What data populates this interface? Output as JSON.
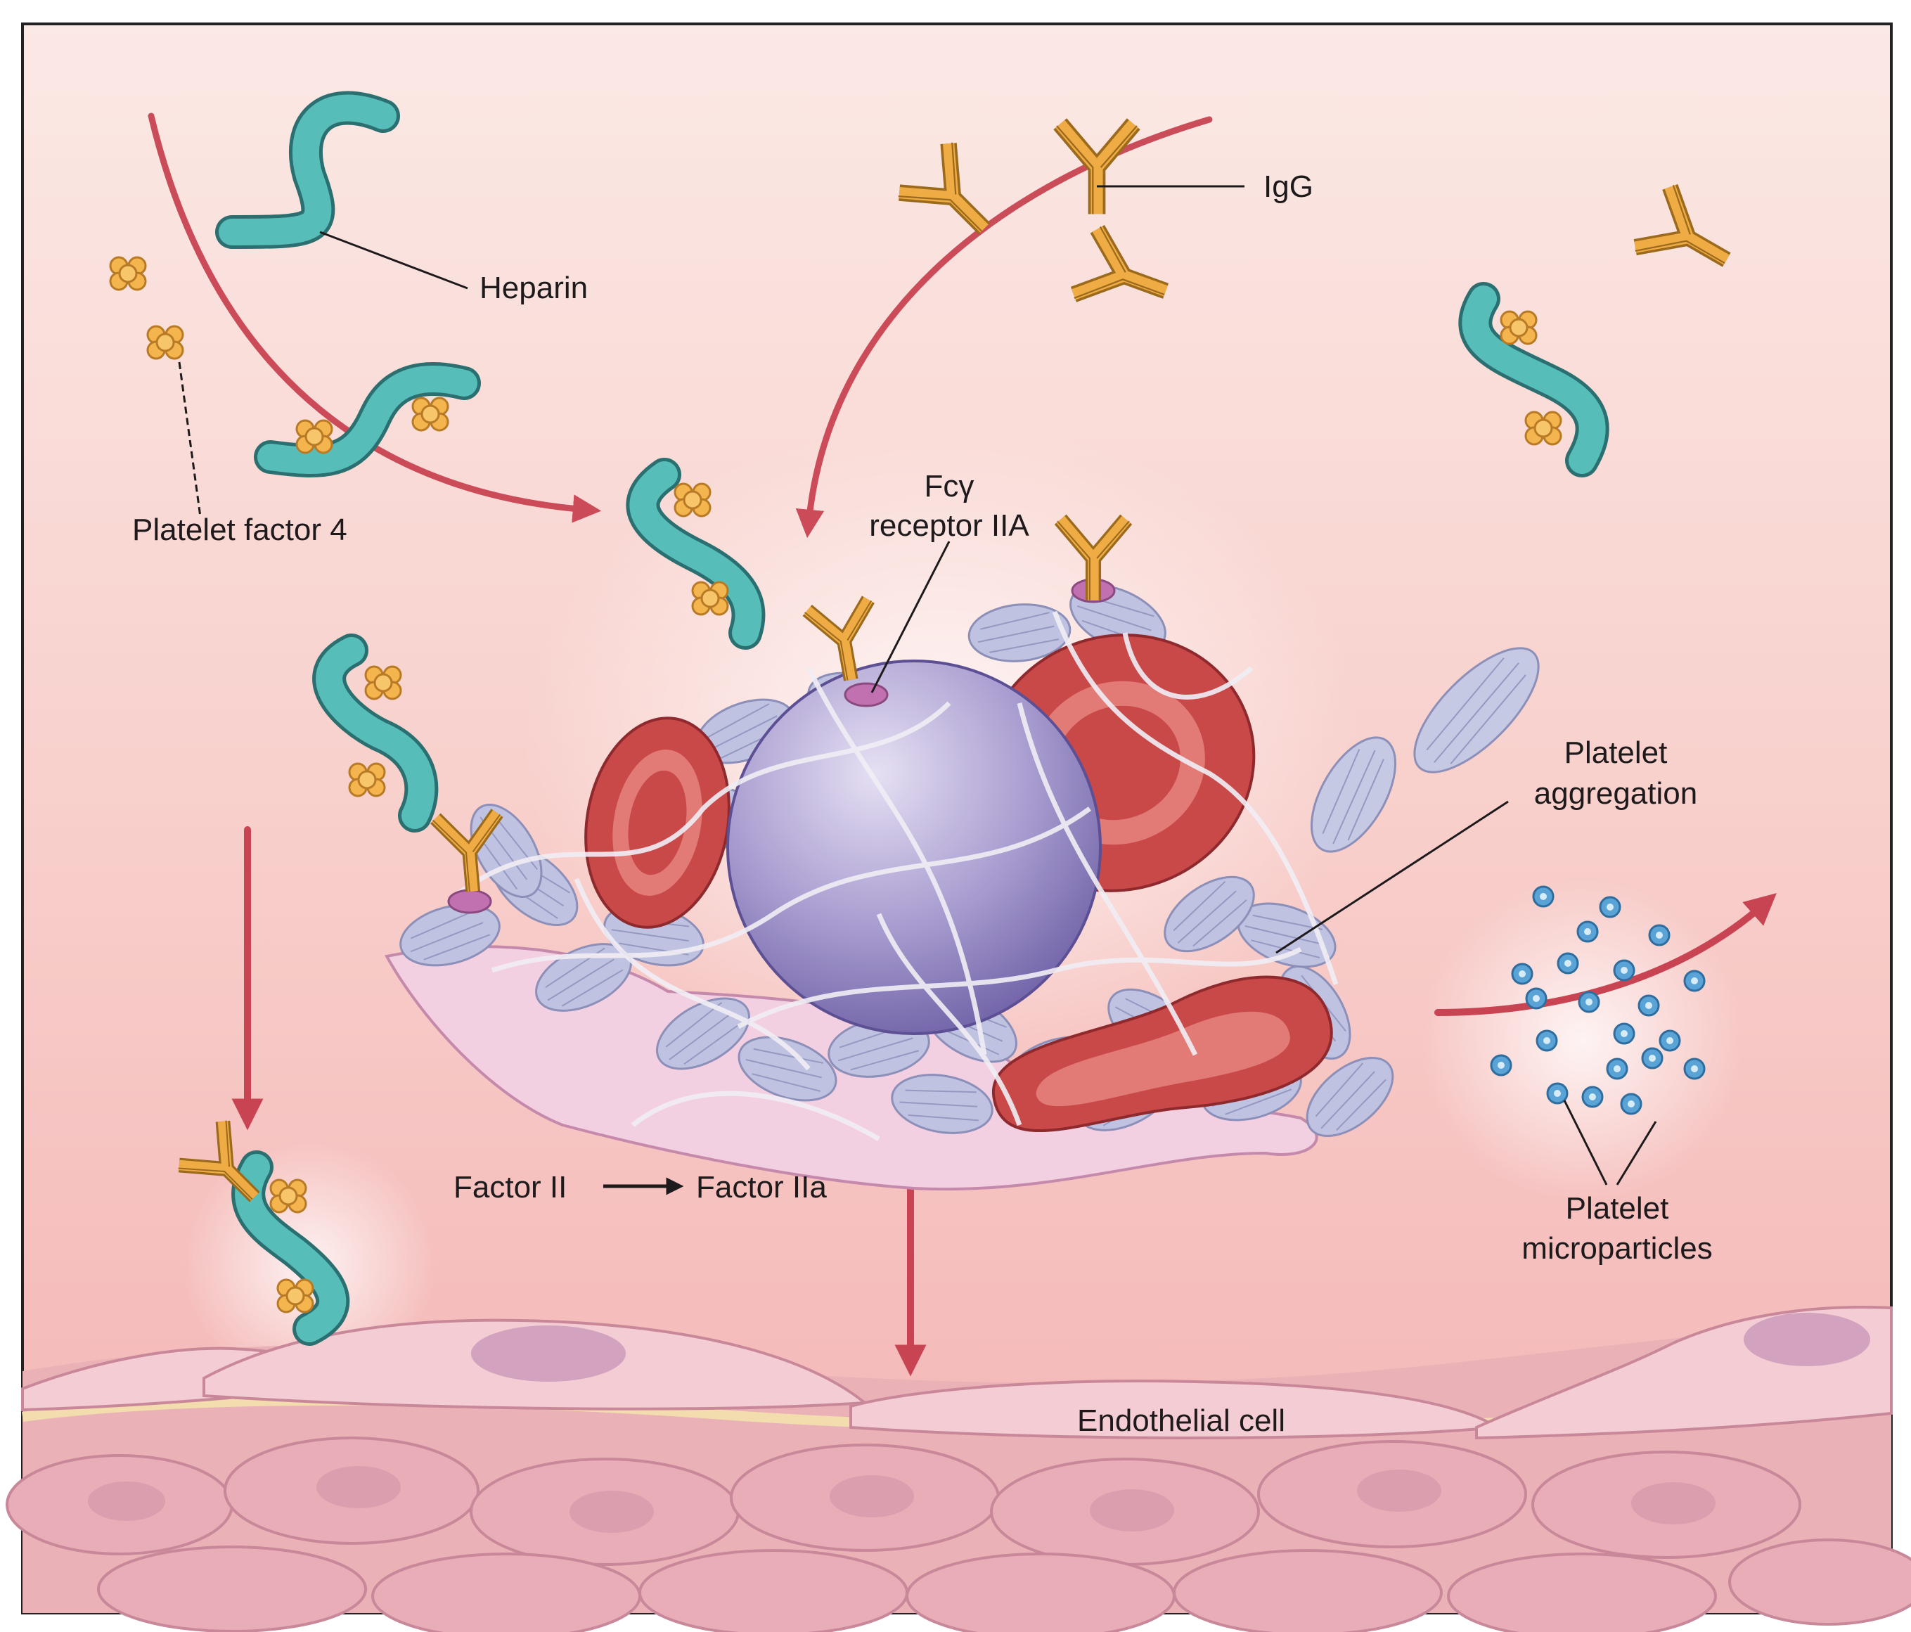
{
  "labels": {
    "heparin": "Heparin",
    "igg": "IgG",
    "pf4": "Platelet factor 4",
    "fc_line1": "Fcγ",
    "fc_line2": "receptor IIA",
    "pa_line1": "Platelet",
    "pa_line2": "aggregation",
    "factor_ii": "Factor II",
    "factor_iia": "Factor IIa",
    "pm_line1": "Platelet",
    "pm_line2": "microparticles",
    "endothelial": "Endothelial cell"
  },
  "colors": {
    "heparin": "#4fb7b4",
    "pf4": "#f2b14a",
    "igg": "#e8a23a",
    "red_cell": "#c94848",
    "platelet": "#b9bcdc",
    "leukocyte": "#9b8fc4",
    "arrow": "#c94452",
    "microparticle": "#5aa3d6",
    "background": "#f5c3c0",
    "tissue": "#eab2b6"
  }
}
